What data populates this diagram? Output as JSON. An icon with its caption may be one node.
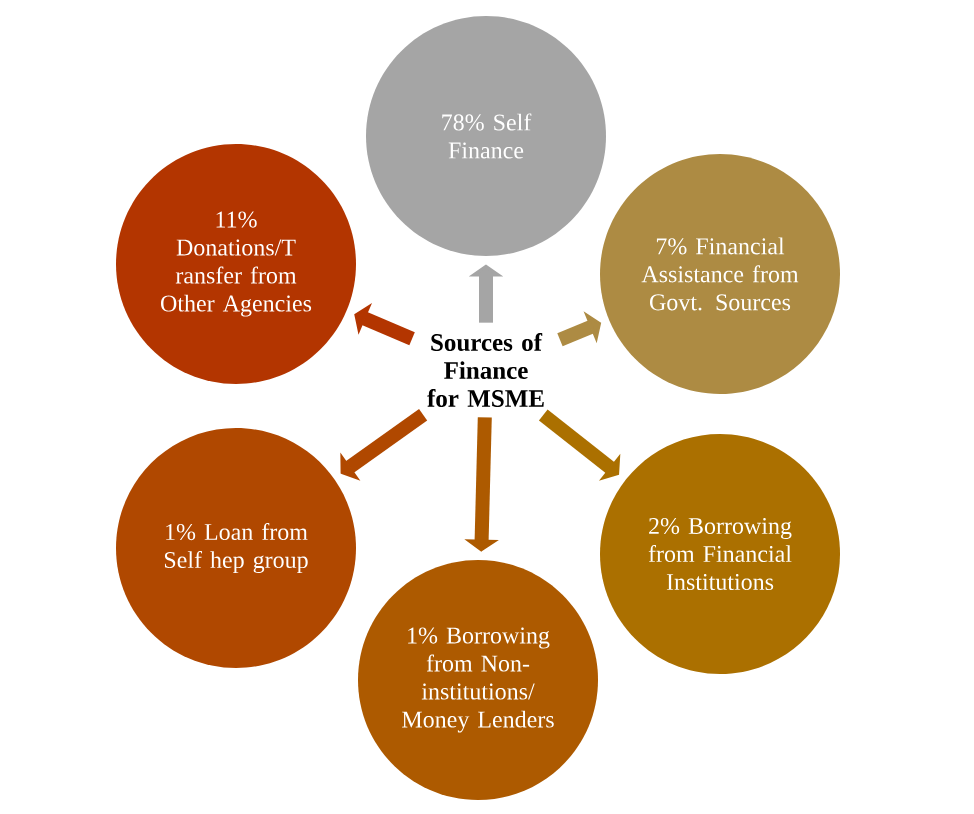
{
  "diagram": {
    "nodes": [
      {
        "text": [
          "Sources of Finance for MSME"
        ]
      },
      {
        "text": [
          "78% Self Finance"
        ]
      },
      {
        "text": [
          "7% Financial Assistance from Govt. Sources"
        ]
      },
      {
        "text": [
          "2% Borrowing from Financial Institutions"
        ]
      },
      {
        "text": [
          "1% Borrowing from Non-institutions/ Money Lenders"
        ]
      },
      {
        "text": [
          "1% Loan from Self hep group"
        ]
      },
      {
        "text": [
          "11% Donations/T ransfer from Other Agencies"
        ]
      }
    ],
    "edges": [
      {
        "from": 0,
        "to": 1,
        "arrow": "to",
        "color": "#a5a5a5"
      },
      {
        "from": 0,
        "to": 2,
        "arrow": "to",
        "color": "#ad8b43"
      },
      {
        "from": 0,
        "to": 3,
        "arrow": "to",
        "color": "#ab7000"
      },
      {
        "from": 0,
        "to": 4,
        "arrow": "to",
        "color": "#ad5a00"
      },
      {
        "from": 0,
        "to": 5,
        "arrow": "to",
        "color": "#b04800"
      },
      {
        "from": 0,
        "to": 6,
        "arrow": "to",
        "color": "#b33500"
      }
    ]
  }
}
